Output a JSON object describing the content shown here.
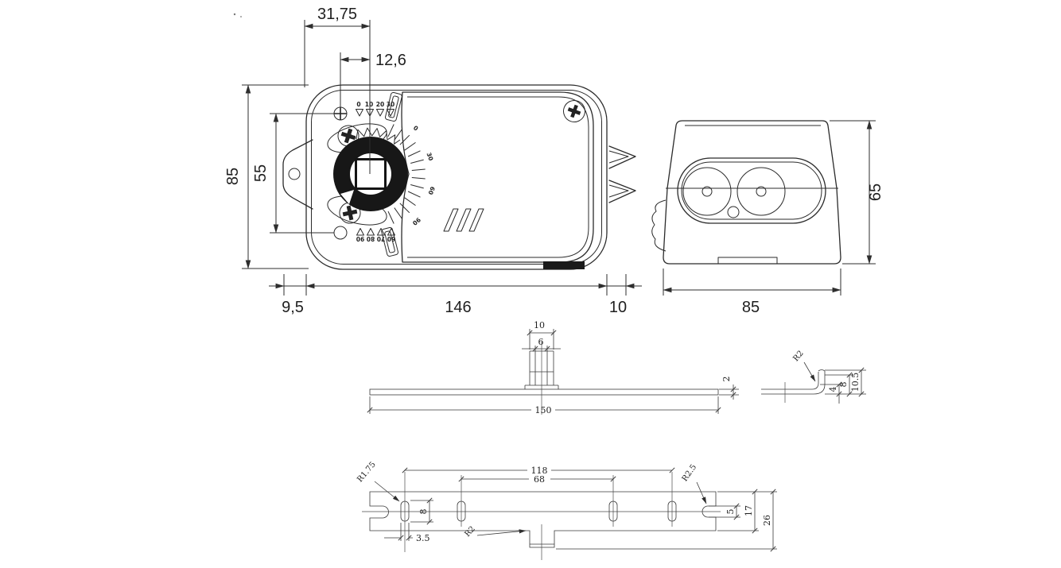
{
  "drawing": {
    "front_view": {
      "dim_knob_offset": "31,75",
      "dim_shaft_offset": "12,6",
      "dim_total_height": "85",
      "dim_screw_spacing": "55",
      "dim_ear": "9,5",
      "dim_body_length": "146",
      "dim_tab": "10",
      "scale_top": [
        "0",
        "10",
        "20",
        "30"
      ],
      "scale_bottom": [
        "90",
        "80",
        "70",
        "60"
      ],
      "arc_scale": [
        "0",
        "30",
        "60",
        "90"
      ]
    },
    "side_view": {
      "dim_height": "65",
      "dim_width": "85"
    },
    "bracket_top": {
      "dim_tab_outer": "10",
      "dim_tab_inner": "6",
      "dim_length": "150",
      "dim_thickness": "2",
      "bend_radius": "R2",
      "dim_step": "4",
      "dim_leg": "8",
      "dim_total": "10.5"
    },
    "bracket_bottom": {
      "dim_outer_span": "118",
      "dim_inner_span": "68",
      "slot_radius": "R1.75",
      "slot_height": "8",
      "slot_width": "3.5",
      "right_slot_radius": "R2.5",
      "right_slot_height": "5",
      "bar_height": "17",
      "total_height": "26",
      "tab_radius": "R2"
    }
  }
}
